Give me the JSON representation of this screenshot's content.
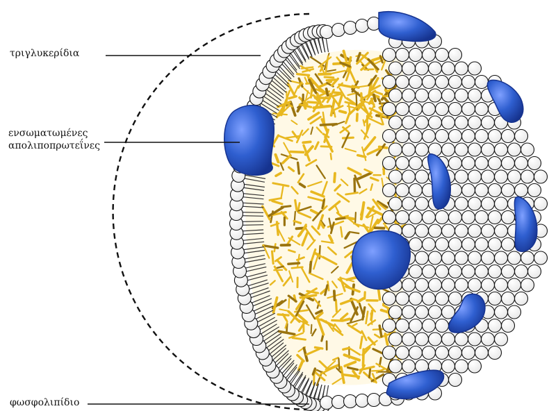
{
  "labels": {
    "triglycerides": "τριγλυκερίδια",
    "apolipoproteins_line1": "ενσωματωμένες",
    "apolipoproteins_line2": "απολιποπρωτεΐνες",
    "phospholipid": "φωσφολιπίδιο"
  },
  "colors": {
    "protein": "#2f5fd0",
    "protein_dark": "#16338f",
    "lipid_tail": "#e8b820",
    "lipid_tail_dark": "#9a7410",
    "core_fill": "#fff9e6",
    "headgroup": "#ffffff",
    "outline": "#111111"
  }
}
